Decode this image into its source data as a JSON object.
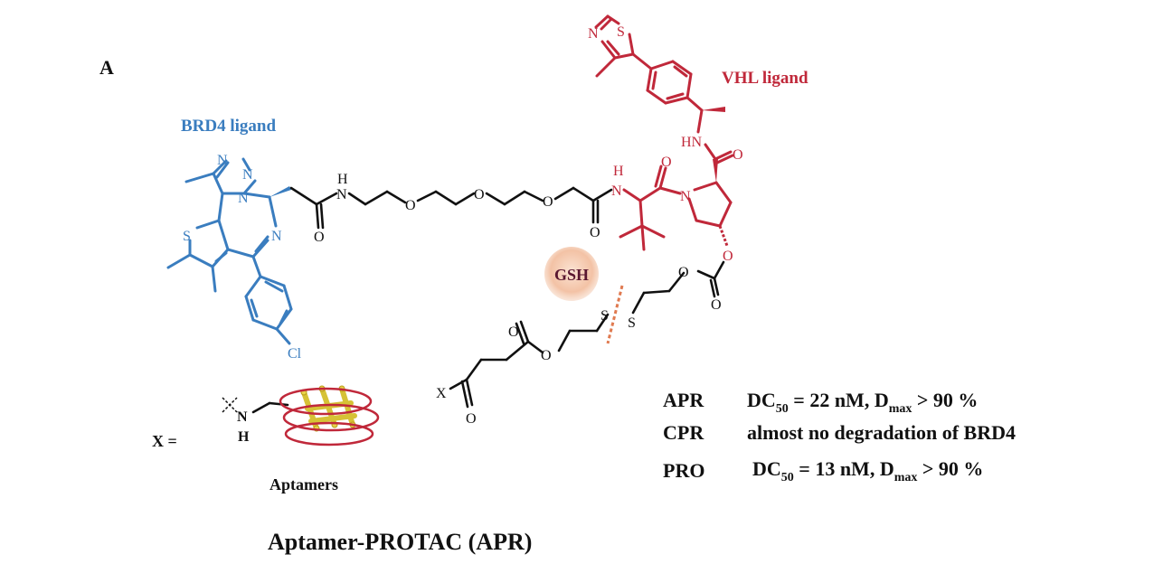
{
  "panel_label": "A",
  "labels": {
    "brd4_ligand": "BRD4 ligand",
    "vhl_ligand": "VHL ligand",
    "gsh": "GSH",
    "x_equals": "X =",
    "aptamers": "Aptamers",
    "title": "Aptamer-PROTAC (APR)"
  },
  "atoms": {
    "n": "N",
    "s": "S",
    "o": "O",
    "h": "H",
    "nh": "NH",
    "hn": "HN",
    "cl": "Cl",
    "x": "X"
  },
  "results": [
    {
      "name": "APR",
      "dc_prefix": "DC",
      "dc_sub": "50",
      "dc_value": " = 22 nM, D",
      "dmax_sub": "max",
      "dmax_value": " > 90 %",
      "text": ""
    },
    {
      "name": "CPR",
      "text": "almost no degradation of BRD4"
    },
    {
      "name": "PRO",
      "dc_prefix": "DC",
      "dc_sub": "50",
      "dc_value": " = 13 nM, D",
      "dmax_sub": "max",
      "dmax_value": " > 90 %",
      "text": ""
    }
  ],
  "colors": {
    "brd4": "#3a7dbf",
    "vhl": "#c0283a",
    "linker": "#111111",
    "gsh_glow": "#f6c9b0",
    "cleavage": "#e07a50",
    "aptamer_loop": "#c0283a",
    "aptamer_bars": "#d6c236"
  }
}
